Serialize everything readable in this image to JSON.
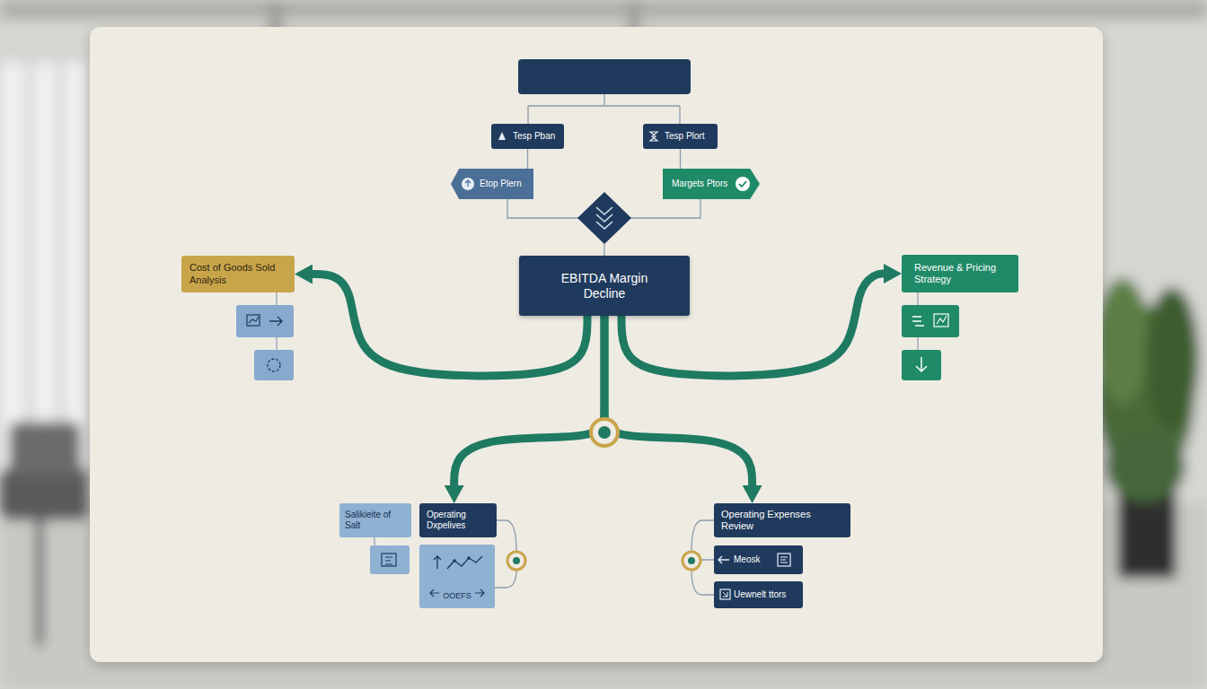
{
  "diagram": {
    "nodes": [
      {
        "text": [
          "Tesp Pban"
        ]
      },
      {
        "text": [
          "Tesp Plort"
        ]
      },
      {
        "text": [
          "Etop Plern"
        ]
      },
      {
        "text": [
          "Margets Ptors"
        ]
      },
      {
        "text": [
          "EBITDA Margin Decline"
        ]
      },
      {
        "text": [
          "Cost of Goods Sold Analysis"
        ]
      },
      {
        "text": [
          "Revenue & Pricing Strategy"
        ]
      },
      {
        "text": [
          "Salikieite of Salt"
        ]
      },
      {
        "text": [
          "Operating Dxpelives"
        ]
      },
      {
        "text": [
          "OOEFS"
        ]
      },
      {
        "text": [
          "Operating Expenses Review"
        ]
      },
      {
        "text": [
          "Meosk"
        ]
      },
      {
        "text": [
          "Uewnelt ttors"
        ]
      }
    ],
    "edges": [
      {
        "from": 0,
        "to": 2,
        "arrow": "none"
      },
      {
        "from": 1,
        "to": 3,
        "arrow": "none"
      },
      {
        "from": 4,
        "to": 5,
        "arrow": "to"
      },
      {
        "from": 4,
        "to": 6,
        "arrow": "to"
      },
      {
        "from": 4,
        "to": 8,
        "arrow": "to"
      },
      {
        "from": 4,
        "to": 10,
        "arrow": "to"
      }
    ]
  }
}
